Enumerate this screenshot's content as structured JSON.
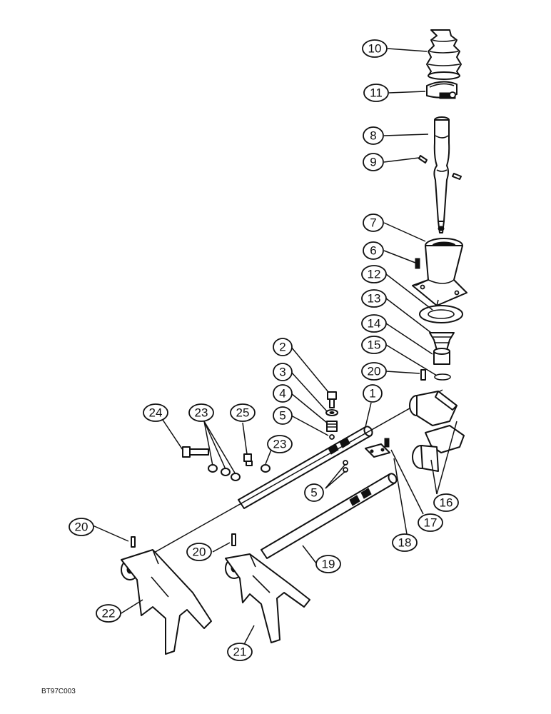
{
  "drawing_code": "BT97C003",
  "callouts": [
    {
      "id": "c10",
      "label": "10"
    },
    {
      "id": "c11",
      "label": "11"
    },
    {
      "id": "c8",
      "label": "8"
    },
    {
      "id": "c9",
      "label": "9"
    },
    {
      "id": "c7",
      "label": "7"
    },
    {
      "id": "c6",
      "label": "6"
    },
    {
      "id": "c12",
      "label": "12"
    },
    {
      "id": "c13",
      "label": "13"
    },
    {
      "id": "c14",
      "label": "14"
    },
    {
      "id": "c15",
      "label": "15"
    },
    {
      "id": "c20a",
      "label": "20"
    },
    {
      "id": "c2",
      "label": "2"
    },
    {
      "id": "c3",
      "label": "3"
    },
    {
      "id": "c4",
      "label": "4"
    },
    {
      "id": "c5a",
      "label": "5"
    },
    {
      "id": "c1",
      "label": "1"
    },
    {
      "id": "c24",
      "label": "24"
    },
    {
      "id": "c23a",
      "label": "23"
    },
    {
      "id": "c25",
      "label": "25"
    },
    {
      "id": "c23b",
      "label": "23"
    },
    {
      "id": "c5b",
      "label": "5"
    },
    {
      "id": "c16",
      "label": "16"
    },
    {
      "id": "c17",
      "label": "17"
    },
    {
      "id": "c18",
      "label": "18"
    },
    {
      "id": "c19",
      "label": "19"
    },
    {
      "id": "c20b",
      "label": "20"
    },
    {
      "id": "c20c",
      "label": "20"
    },
    {
      "id": "c22",
      "label": "22"
    },
    {
      "id": "c21",
      "label": "21"
    }
  ]
}
